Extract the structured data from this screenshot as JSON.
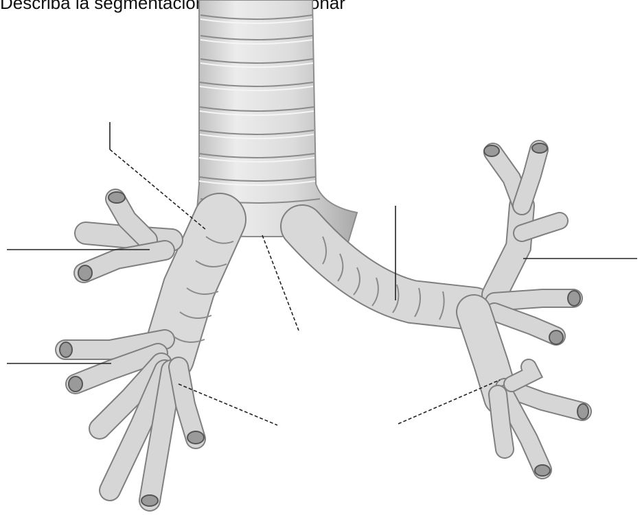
{
  "title": "Describa la segmentación bronco-pulmonar",
  "colors": {
    "tissue": "#d9d9d9",
    "tissue_shadow": "#a8a8a8",
    "tissue_highlight": "#f2f2f2",
    "leader_line": "#222222",
    "background": "#ffffff"
  },
  "labels": [
    {
      "id": "upper-left-segment",
      "text": ""
    },
    {
      "id": "left-upper-lobe",
      "text": ""
    },
    {
      "id": "left-lower-lobe-branch",
      "text": ""
    },
    {
      "id": "left-basal-segments",
      "text": ""
    },
    {
      "id": "carina",
      "text": ""
    },
    {
      "id": "right-main-bronchus",
      "text": ""
    },
    {
      "id": "right-upper-lobe",
      "text": ""
    },
    {
      "id": "right-lower-lobe",
      "text": ""
    }
  ]
}
